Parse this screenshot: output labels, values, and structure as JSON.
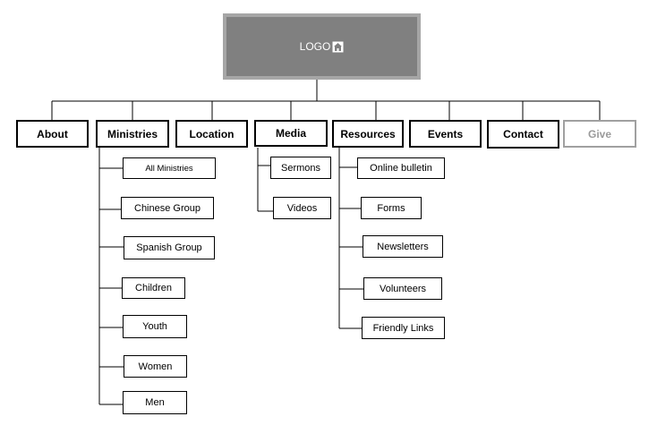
{
  "logo": {
    "text": "LOGO",
    "icon": "home-icon"
  },
  "nav": {
    "about": "About",
    "ministries": "Ministries",
    "location": "Location",
    "media": "Media",
    "resources": "Resources",
    "events": "Events",
    "contact": "Contact",
    "give": "Give"
  },
  "ministries": {
    "all": "All Ministries",
    "chinese": "Chinese Group",
    "spanish": "Spanish Group",
    "children": "Children",
    "youth": "Youth",
    "women": "Women",
    "men": "Men"
  },
  "media": {
    "sermons": "Sermons",
    "videos": "Videos"
  },
  "resources": {
    "bulletin": "Online bulletin",
    "forms": "Forms",
    "newsletters": "Newsletters",
    "volunteers": "Volunteers",
    "links": "Friendly Links"
  },
  "colors": {
    "logo_frame": "#a6a6a6",
    "logo_fill": "#808080",
    "give_text": "#9a9a9a"
  }
}
